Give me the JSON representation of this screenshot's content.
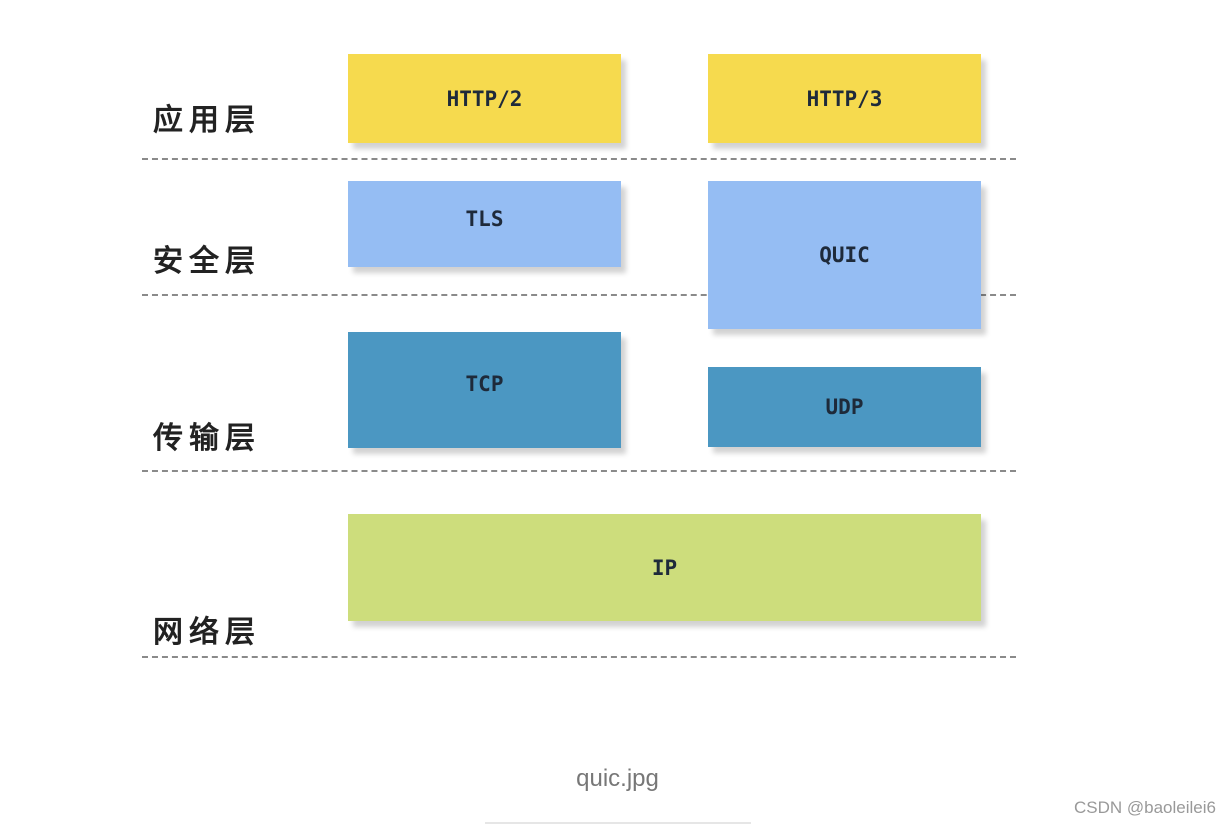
{
  "diagram": {
    "layers": [
      {
        "label": "应用层"
      },
      {
        "label": "安全层"
      },
      {
        "label": "传输层"
      },
      {
        "label": "网络层"
      }
    ],
    "boxes": {
      "http2": {
        "label": "HTTP/2",
        "color": "#f6da4e"
      },
      "http3": {
        "label": "HTTP/3",
        "color": "#f6da4e"
      },
      "tls": {
        "label": "TLS",
        "color": "#95bdf3"
      },
      "quic": {
        "label": "QUIC",
        "color": "#95bdf3"
      },
      "tcp": {
        "label": "TCP",
        "color": "#4b97c2"
      },
      "udp": {
        "label": "UDP",
        "color": "#4b97c2"
      },
      "ip": {
        "label": "IP",
        "color": "#cddd7c"
      }
    }
  },
  "caption": "quic.jpg",
  "watermark": "CSDN @baoleilei6"
}
